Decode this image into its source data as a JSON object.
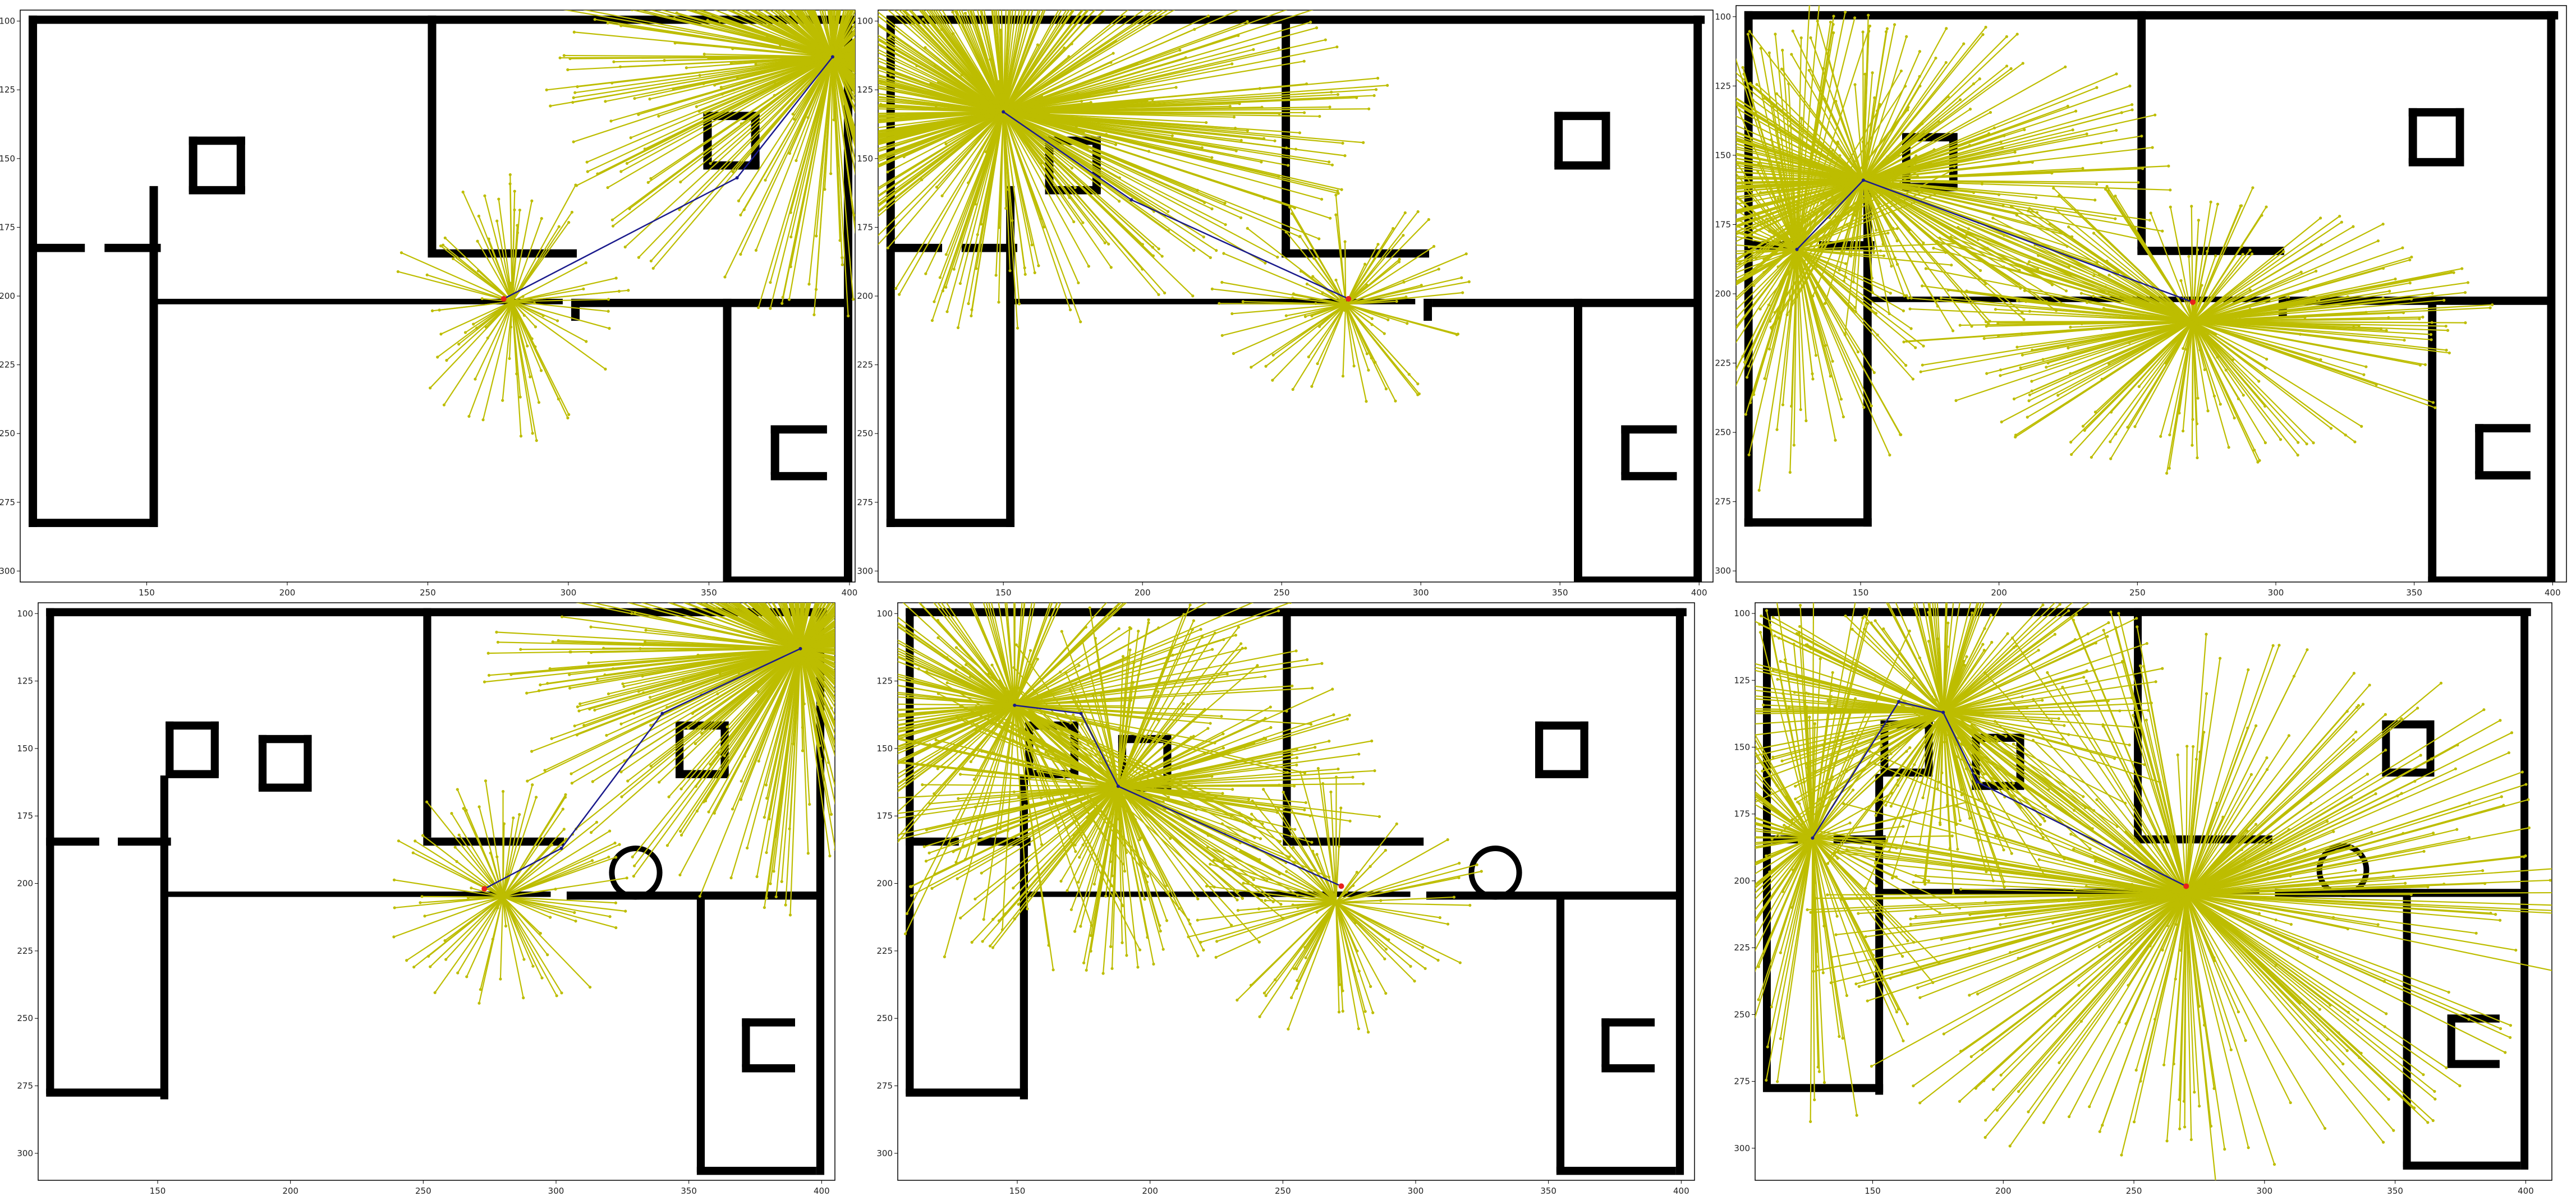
{
  "chart_data": [
    {
      "type": "scatter",
      "panel": "top-left",
      "x_ticks": [
        "150",
        "200",
        "250",
        "300",
        "350",
        "400"
      ],
      "y_ticks": [
        "100",
        "125",
        "150",
        "175",
        "200",
        "225",
        "250",
        "275",
        "300"
      ],
      "xlim": [
        105,
        402
      ],
      "ylim": [
        304,
        96
      ],
      "map": "room-layout-a",
      "start": [
        394,
        113
      ],
      "goal": [
        277,
        201
      ],
      "path": [
        [
          394,
          113
        ],
        [
          360,
          157
        ],
        [
          277,
          201
        ]
      ],
      "tree_roots": [
        [
          394,
          113
        ],
        [
          280,
          202
        ]
      ],
      "tree_spread": [
        [
          110,
          95
        ],
        [
          42,
          52
        ]
      ],
      "tree_counts": [
        420,
        80
      ],
      "colors": {
        "tree": "#bdbd00",
        "path": "#1a1a8c",
        "goal": "#e8221c",
        "wall": "#000000"
      }
    },
    {
      "type": "scatter",
      "panel": "top-center",
      "x_ticks": [
        "150",
        "200",
        "250",
        "300",
        "350",
        "400"
      ],
      "y_ticks": [
        "100",
        "125",
        "150",
        "175",
        "200",
        "225",
        "250",
        "275",
        "300"
      ],
      "xlim": [
        105,
        405
      ],
      "ylim": [
        304,
        96
      ],
      "map": "room-layout-a",
      "start": [
        150,
        133
      ],
      "goal": [
        274,
        201
      ],
      "path": [
        [
          150,
          133
        ],
        [
          196,
          165
        ],
        [
          274,
          201
        ]
      ],
      "tree_roots": [
        [
          150,
          133
        ],
        [
          273,
          203
        ]
      ],
      "tree_spread": [
        [
          140,
          80
        ],
        [
          50,
          40
        ]
      ],
      "tree_counts": [
        420,
        80
      ],
      "colors": {
        "tree": "#bdbd00",
        "path": "#1a1a8c",
        "goal": "#e8221c",
        "wall": "#000000"
      }
    },
    {
      "type": "scatter",
      "panel": "top-right",
      "x_ticks": [
        "150",
        "200",
        "250",
        "300",
        "350",
        "400"
      ],
      "y_ticks": [
        "100",
        "125",
        "150",
        "175",
        "200",
        "225",
        "250",
        "275",
        "300"
      ],
      "xlim": [
        105,
        405
      ],
      "ylim": [
        304,
        96
      ],
      "map": "room-layout-a",
      "start": [
        127,
        184
      ],
      "goal": [
        270,
        203
      ],
      "path": [
        [
          127,
          184
        ],
        [
          151,
          159
        ],
        [
          270,
          203
        ]
      ],
      "tree_roots": [
        [
          127,
          184
        ],
        [
          151,
          159
        ],
        [
          270,
          210
        ]
      ],
      "tree_spread": [
        [
          60,
          90
        ],
        [
          120,
          60
        ],
        [
          110,
          55
        ]
      ],
      "tree_counts": [
        150,
        280,
        250
      ],
      "colors": {
        "tree": "#bdbd00",
        "path": "#1a1a8c",
        "goal": "#e8221c",
        "wall": "#000000"
      }
    },
    {
      "type": "scatter",
      "panel": "bottom-left",
      "x_ticks": [
        "150",
        "200",
        "250",
        "300",
        "350",
        "400"
      ],
      "y_ticks": [
        "100",
        "125",
        "150",
        "175",
        "200",
        "225",
        "250",
        "275",
        "300"
      ],
      "xlim": [
        105,
        405
      ],
      "ylim": [
        310,
        96
      ],
      "map": "room-layout-b",
      "start": [
        392,
        113
      ],
      "goal": [
        273,
        202
      ],
      "path": [
        [
          392,
          113
        ],
        [
          340,
          137
        ],
        [
          302,
          187
        ],
        [
          273,
          202
        ]
      ],
      "tree_roots": [
        [
          392,
          113
        ],
        [
          280,
          205
        ]
      ],
      "tree_spread": [
        [
          120,
          100
        ],
        [
          50,
          45
        ]
      ],
      "tree_counts": [
        420,
        80
      ],
      "colors": {
        "tree": "#bdbd00",
        "path": "#1a1a8c",
        "goal": "#e8221c",
        "wall": "#000000"
      }
    },
    {
      "type": "scatter",
      "panel": "bottom-center",
      "x_ticks": [
        "150",
        "200",
        "250",
        "300",
        "350",
        "400"
      ],
      "y_ticks": [
        "100",
        "125",
        "150",
        "175",
        "200",
        "225",
        "250",
        "275",
        "300"
      ],
      "xlim": [
        105,
        405
      ],
      "ylim": [
        310,
        96
      ],
      "map": "room-layout-b",
      "start": [
        149,
        134
      ],
      "goal": [
        272,
        201
      ],
      "path": [
        [
          149,
          134
        ],
        [
          174,
          137
        ],
        [
          188,
          164
        ],
        [
          272,
          201
        ]
      ],
      "tree_roots": [
        [
          149,
          134
        ],
        [
          188,
          164
        ],
        [
          270,
          207
        ]
      ],
      "tree_spread": [
        [
          120,
          100
        ],
        [
          100,
          70
        ],
        [
          60,
          50
        ]
      ],
      "tree_counts": [
        200,
        260,
        90
      ],
      "colors": {
        "tree": "#bdbd00",
        "path": "#1a1a8c",
        "goal": "#e8221c",
        "wall": "#000000"
      }
    },
    {
      "type": "scatter",
      "panel": "bottom-right",
      "x_ticks": [
        "150",
        "200",
        "250",
        "300",
        "350",
        "400"
      ],
      "y_ticks": [
        "100",
        "125",
        "150",
        "175",
        "200",
        "225",
        "250",
        "275",
        "300"
      ],
      "xlim": [
        105,
        410
      ],
      "ylim": [
        312,
        96
      ],
      "map": "room-layout-b",
      "start": [
        127,
        184
      ],
      "goal": [
        270,
        202
      ],
      "path": [
        [
          127,
          184
        ],
        [
          160,
          133
        ],
        [
          177,
          137
        ],
        [
          190,
          163
        ],
        [
          270,
          202
        ]
      ],
      "tree_roots": [
        [
          127,
          184
        ],
        [
          177,
          137
        ],
        [
          270,
          205
        ]
      ],
      "tree_spread": [
        [
          60,
          110
        ],
        [
          90,
          70
        ],
        [
          150,
          110
        ]
      ],
      "tree_counts": [
        150,
        230,
        320
      ],
      "colors": {
        "tree": "#bdbd00",
        "path": "#1a1a8c",
        "goal": "#e8221c",
        "wall": "#000000"
      }
    }
  ]
}
